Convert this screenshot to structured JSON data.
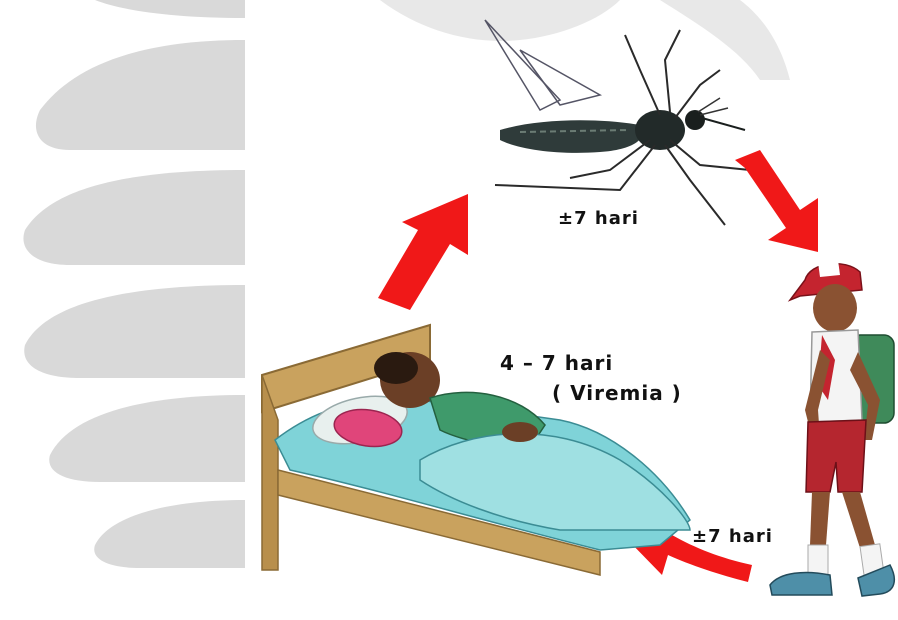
{
  "labels": {
    "mosquito_stage": "±7 hari",
    "infection_stage": "±7 hari",
    "viremia_days": "4 – 7 hari",
    "viremia_note": "( Viremia )"
  },
  "colors": {
    "arrow": "#f01818",
    "watermark": "#d9d9d9",
    "bed_frame": "#c9a25e",
    "sheet": "#7fd3d8",
    "pillow": "#e0457a",
    "shirt_patient": "#3f9a6b",
    "cap": "#c4242f",
    "shorts": "#b5262f",
    "backpack": "#3f8a5a",
    "mosquito": "#2f3b3a"
  },
  "icons": [
    "mosquito-icon",
    "sick-person-in-bed-icon",
    "schoolboy-icon",
    "cycle-arrow-icon"
  ]
}
